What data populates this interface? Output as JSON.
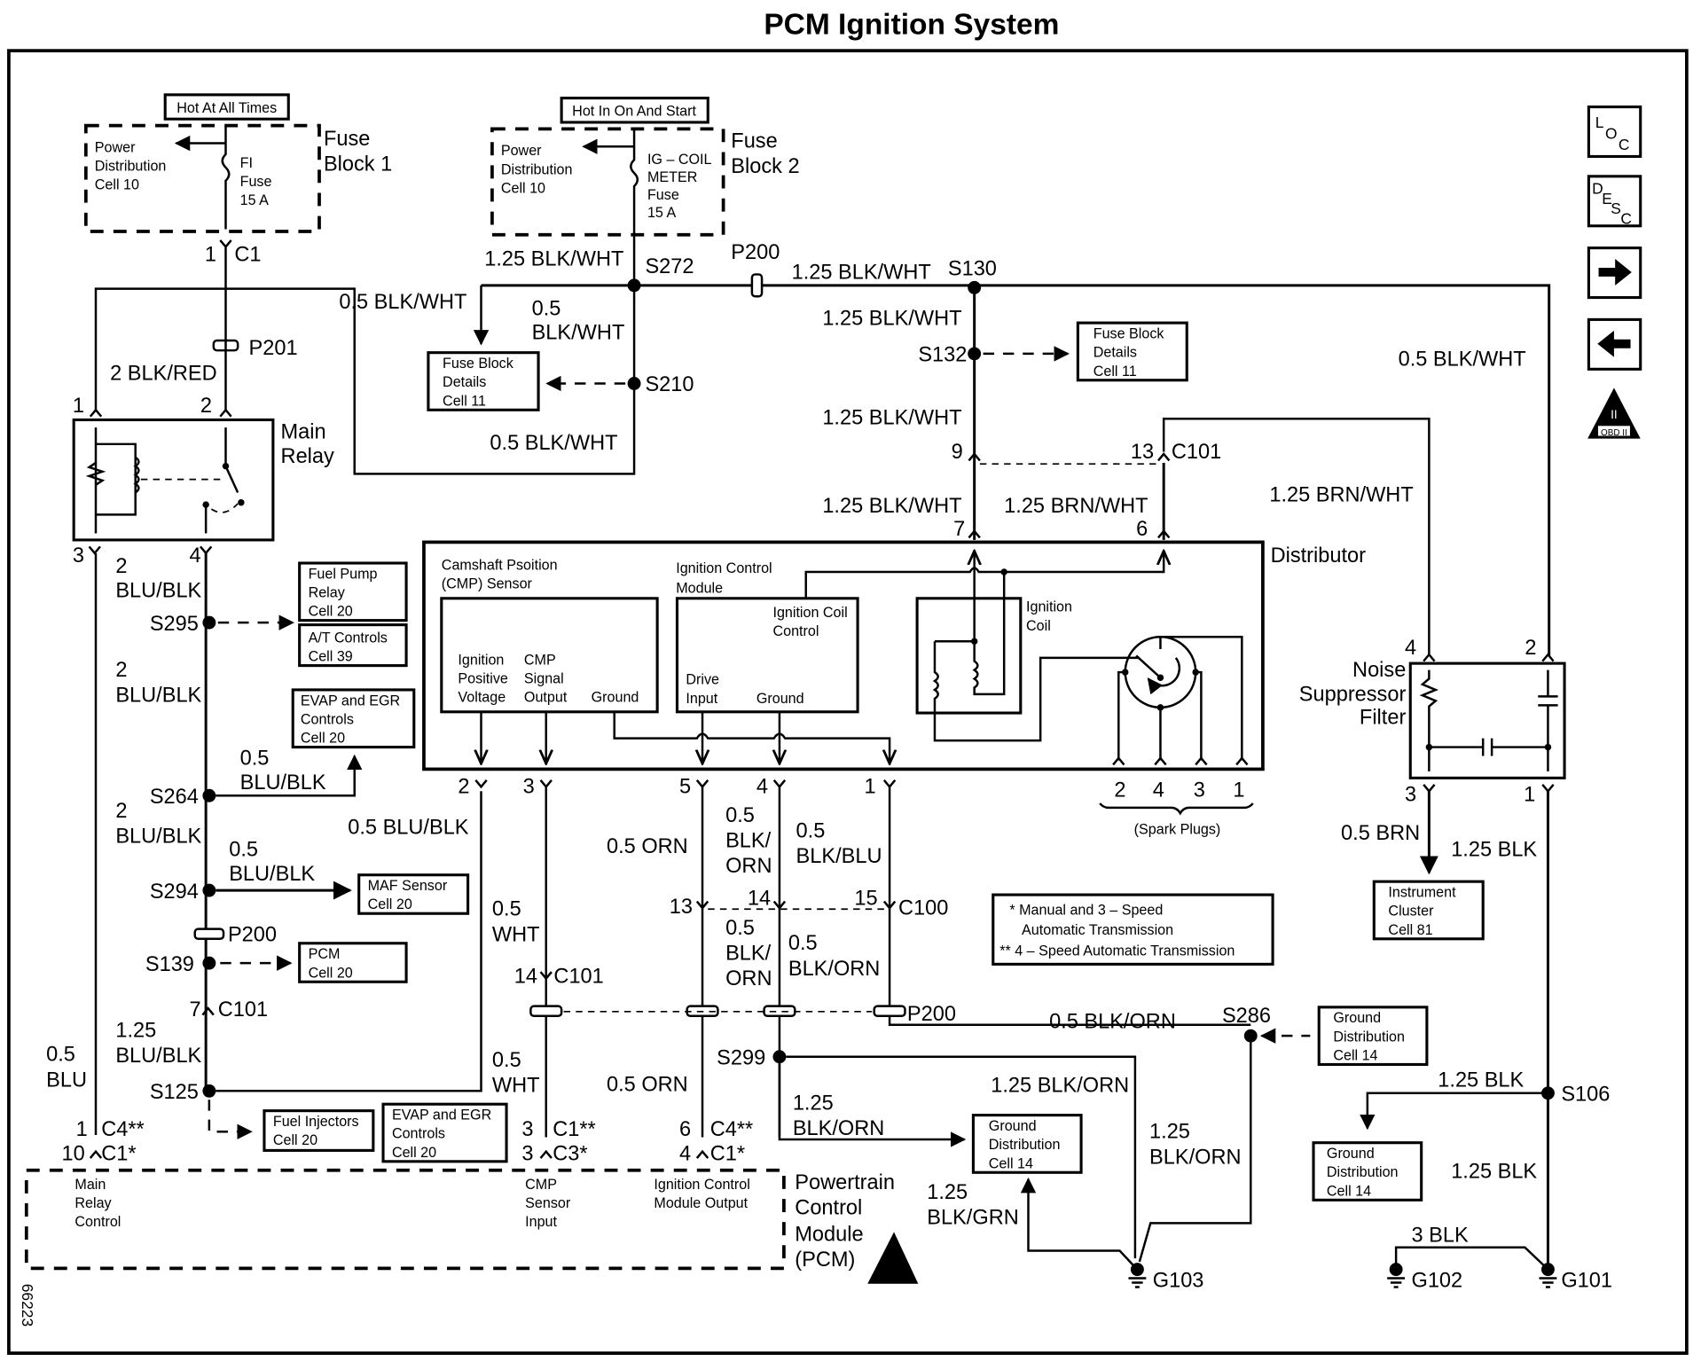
{
  "title": "PCM Ignition System",
  "figure_id": "66223",
  "nav_buttons": {
    "loc": {
      "label": "LOC",
      "icon": "loc-icon"
    },
    "desc": {
      "label": "DESC",
      "icon": "desc-icon"
    },
    "next": {
      "icon": "arrow-right-icon"
    },
    "prev": {
      "icon": "arrow-left-icon"
    },
    "obd": {
      "label_top": "II",
      "label_bottom": "OBD II",
      "icon": "obd2-icon"
    }
  },
  "fuse_block_1": {
    "header": "Hot At All Times",
    "name_line1": "Fuse",
    "name_line2": "Block 1",
    "ref": [
      "Power",
      "Distribution",
      "Cell 10"
    ],
    "fuse": [
      "FI",
      "Fuse",
      "15 A"
    ],
    "pin": "1",
    "connector": "C1"
  },
  "fuse_block_2": {
    "header": "Hot In On And Start",
    "name_line1": "Fuse",
    "name_line2": "Block 2",
    "ref": [
      "Power",
      "Distribution",
      "Cell 10"
    ],
    "fuse": [
      "IG – COIL",
      "METER",
      "Fuse",
      "15 A"
    ]
  },
  "splices": {
    "s272": "S272",
    "s130": "S130",
    "s132": "S132",
    "s210": "S210",
    "s295": "S295",
    "s264": "S264",
    "s294": "S294",
    "s139": "S139",
    "s125": "S125",
    "s299": "S299",
    "s286": "S286",
    "s106": "S106"
  },
  "inline": {
    "p201": "P201",
    "p200_top": "P200",
    "p200_left": "P200",
    "p200_mid": "P200",
    "c101_top": "C101",
    "c101_left": "C101",
    "c101_mid": "C101",
    "c100": "C100"
  },
  "wires": {
    "blk_red": "2 BLK/RED",
    "fb2_out": "1.25 BLK/WHT",
    "s272_left": "0.5 BLK/WHT",
    "s272_down1": "0.5",
    "s272_down2": "BLK/WHT",
    "relay_feed": "0.5 BLK/WHT",
    "p200_right": "1.25 BLK/WHT",
    "s130_down": "1.25 BLK/WHT",
    "s132_down": "1.25 BLK/WHT",
    "c101_7": "1.25 BLK/WHT",
    "c101_6": "1.25 BRN/WHT",
    "nsf_4": "1.25 BRN/WHT",
    "nsf_2": "0.5 BLK/WHT",
    "relay4_a1": "2",
    "relay4_a2": "BLU/BLK",
    "relay4_b1": "2",
    "relay4_b2": "BLU/BLK",
    "evap1": "0.5",
    "evap2": "BLU/BLK",
    "s264_down1": "2",
    "s264_down2": "BLU/BLK",
    "maf1": "0.5",
    "maf2": "BLU/BLK",
    "cmp_pwr": "0.5 BLU/BLK",
    "s125_up1": "1.25",
    "s125_up2": "BLU/BLK",
    "blu1": "0.5",
    "blu2": "BLU",
    "wht_a1": "0.5",
    "wht_a2": "WHT",
    "wht_b1": "0.5",
    "wht_b2": "WHT",
    "orn_a": "0.5 ORN",
    "orn_b": "0.5 ORN",
    "blkorn_a1": "0.5",
    "blkorn_a2": "BLK/",
    "blkorn_a3": "ORN",
    "blkblu1": "0.5",
    "blkblu2": "BLK/BLU",
    "blkorn_b1": "0.5",
    "blkorn_b2": "BLK/",
    "blkorn_b3": "ORN",
    "blkorn_c1": "0.5",
    "blkorn_c2": "BLK/ORN",
    "s286_left": "0.5 BLK/ORN",
    "s299_right": "1.25 BLK/ORN",
    "s299_down1": "1.25",
    "s299_down2": "BLK/ORN",
    "s286_down1": "1.25",
    "s286_down2": "BLK/ORN",
    "blkgrn1": "1.25",
    "blkgrn2": "BLK/GRN",
    "brn": "0.5 BRN",
    "blk_nsf": "1.25 BLK",
    "blk_s106_left": "1.25 BLK",
    "blk_s106_down": "1.25 BLK",
    "blk3": "3 BLK"
  },
  "pins": {
    "relay1": "1",
    "relay2": "2",
    "relay3": "3",
    "relay4": "4",
    "c101_9": "9",
    "c101_13": "13",
    "dist7": "7",
    "dist6": "6",
    "dist2": "2",
    "dist3": "3",
    "dist5": "5",
    "dist4": "4",
    "dist1": "1",
    "c100_13": "13",
    "c100_14": "14",
    "c100_15": "15",
    "c101_14": "14",
    "c101_7": "7",
    "nsf4": "4",
    "nsf2": "2",
    "nsf3": "3",
    "nsf1": "1",
    "pcm_a_top": "1",
    "pcm_a_top_c": "C4**",
    "pcm_a_bot": "10",
    "pcm_a_bot_c": "C1*",
    "pcm_b_top": "3",
    "pcm_b_top_c": "C1**",
    "pcm_b_bot": "3",
    "pcm_b_bot_c": "C3*",
    "pcm_c_top": "6",
    "pcm_c_top_c": "C4**",
    "pcm_c_bot": "4",
    "pcm_c_bot_c": "C1*"
  },
  "components": {
    "main_relay": [
      "Main",
      "Relay"
    ],
    "distributor": "Distributor",
    "cmp_sensor": [
      "Camshaft Psoition",
      "(CMP) Sensor"
    ],
    "cmp_pins": {
      "a": [
        "Ignition",
        "Positive",
        "Voltage"
      ],
      "b": [
        "CMP",
        "Signal",
        "Output"
      ],
      "c": "Ground"
    },
    "icm": [
      "Ignition Control",
      "Module"
    ],
    "icm_coil": [
      "Ignition Coil",
      "Control"
    ],
    "icm_drive": [
      "Drive",
      "Input"
    ],
    "icm_ground": "Ground",
    "ign_coil": [
      "Ignition",
      "Coil"
    ],
    "spark_numbers": [
      "2",
      "4",
      "3",
      "1"
    ],
    "spark_label": "(Spark Plugs)",
    "nsf": [
      "Noise",
      "Suppressor",
      "Filter"
    ],
    "pcm": [
      "Powertrain",
      "Control",
      "Module",
      "(PCM)"
    ],
    "pcm_pins": {
      "a": [
        "Main",
        "Relay",
        "Control"
      ],
      "b": [
        "CMP",
        "Sensor",
        "Input"
      ],
      "c": [
        "Ignition Control",
        "Module Output"
      ]
    }
  },
  "refs": {
    "fuse_details_a": [
      "Fuse Block",
      "Details",
      "Cell 11"
    ],
    "fuse_details_b": [
      "Fuse Block",
      "Details",
      "Cell 11"
    ],
    "fuel_pump": [
      "Fuel Pump",
      "Relay",
      "Cell 20"
    ],
    "at_controls": [
      "A/T Controls",
      "Cell 39"
    ],
    "evap_a": [
      "EVAP and EGR",
      "Controls",
      "Cell 20"
    ],
    "maf": [
      "MAF Sensor",
      "Cell 20"
    ],
    "pcm": [
      "PCM",
      "Cell 20"
    ],
    "fuel_inj": [
      "Fuel Injectors",
      "Cell 20"
    ],
    "evap_b": [
      "EVAP and EGR",
      "Controls",
      "Cell 20"
    ],
    "ground_a": [
      "Ground",
      "Distribution",
      "Cell 14"
    ],
    "ground_b": [
      "Ground",
      "Distribution",
      "Cell 14"
    ],
    "ground_c": [
      "Ground",
      "Distribution",
      "Cell 14"
    ],
    "instrument": [
      "Instrument",
      "Cluster",
      "Cell 81"
    ]
  },
  "legend": [
    "* Manual and 3 – Speed",
    "Automatic Transmission",
    "** 4 – Speed Automatic Transmission"
  ],
  "grounds": {
    "g103": "G103",
    "g102": "G102",
    "g101": "G101"
  }
}
